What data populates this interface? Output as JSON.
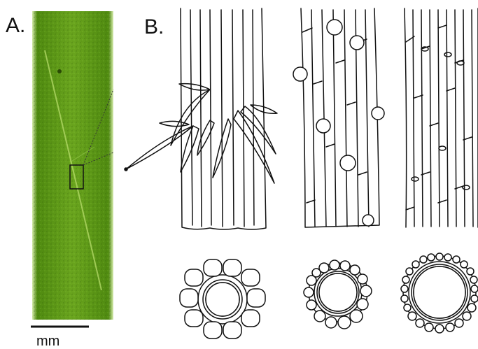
{
  "panels": {
    "a_label": "A.",
    "b_label": "B."
  },
  "scale_bar": {
    "unit": "mm"
  },
  "colors": {
    "specimen_green": "#5f9a1a",
    "specimen_dark": "#3f6d0c",
    "line_ink": "#111111"
  }
}
